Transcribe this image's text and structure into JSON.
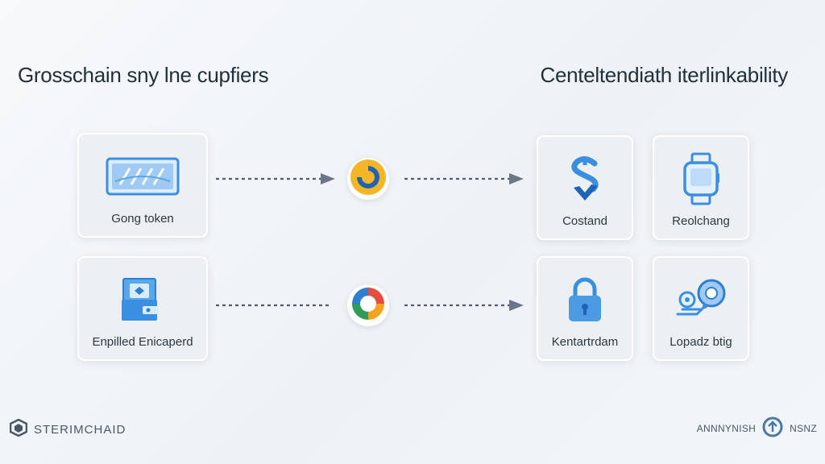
{
  "titles": {
    "left": "Grosschain sny lne cupfiers",
    "right": "Centeltendiath iterlinkability"
  },
  "left_cards": [
    {
      "label": "Gong token",
      "icon": "token-card-icon"
    },
    {
      "label": "Enpilled Enicaperd",
      "icon": "wallet-device-icon"
    }
  ],
  "right_cards": [
    {
      "label": "Costand",
      "icon": "dollar-arrow-icon"
    },
    {
      "label": "Reolchang",
      "icon": "smartwatch-icon"
    },
    {
      "label": "Kentartrdam",
      "icon": "padlock-icon"
    },
    {
      "label": "Lopadz btig",
      "icon": "gear-network-icon"
    }
  ],
  "hubs": [
    {
      "icon": "blockchain-hub-icon"
    },
    {
      "icon": "multichain-hub-icon"
    }
  ],
  "footer": {
    "left": "STERIMCHAID",
    "right_a": "ANNNYNISH",
    "right_b": "NSNZ"
  },
  "colors": {
    "accent_blue": "#3b8fe0",
    "arrow": "#5d6b7d",
    "hub_yellow": "#f4b625",
    "hub_blue": "#1f63b8"
  }
}
